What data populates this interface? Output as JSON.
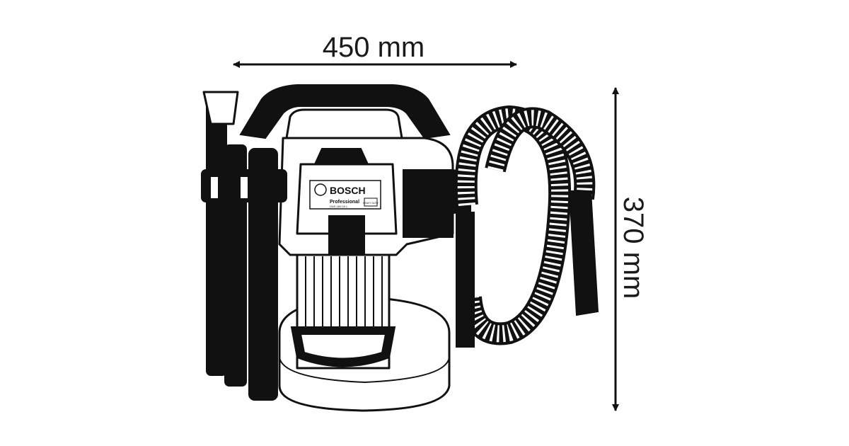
{
  "dimensions": {
    "width_label": "450 mm",
    "height_label": "370 mm"
  },
  "product_label": {
    "brand": "BOSCH",
    "line": "Professional",
    "model": "GAS 18V-10 L",
    "badge": "HEAVY DUTY"
  },
  "colors": {
    "line": "#111111",
    "background": "#ffffff"
  }
}
